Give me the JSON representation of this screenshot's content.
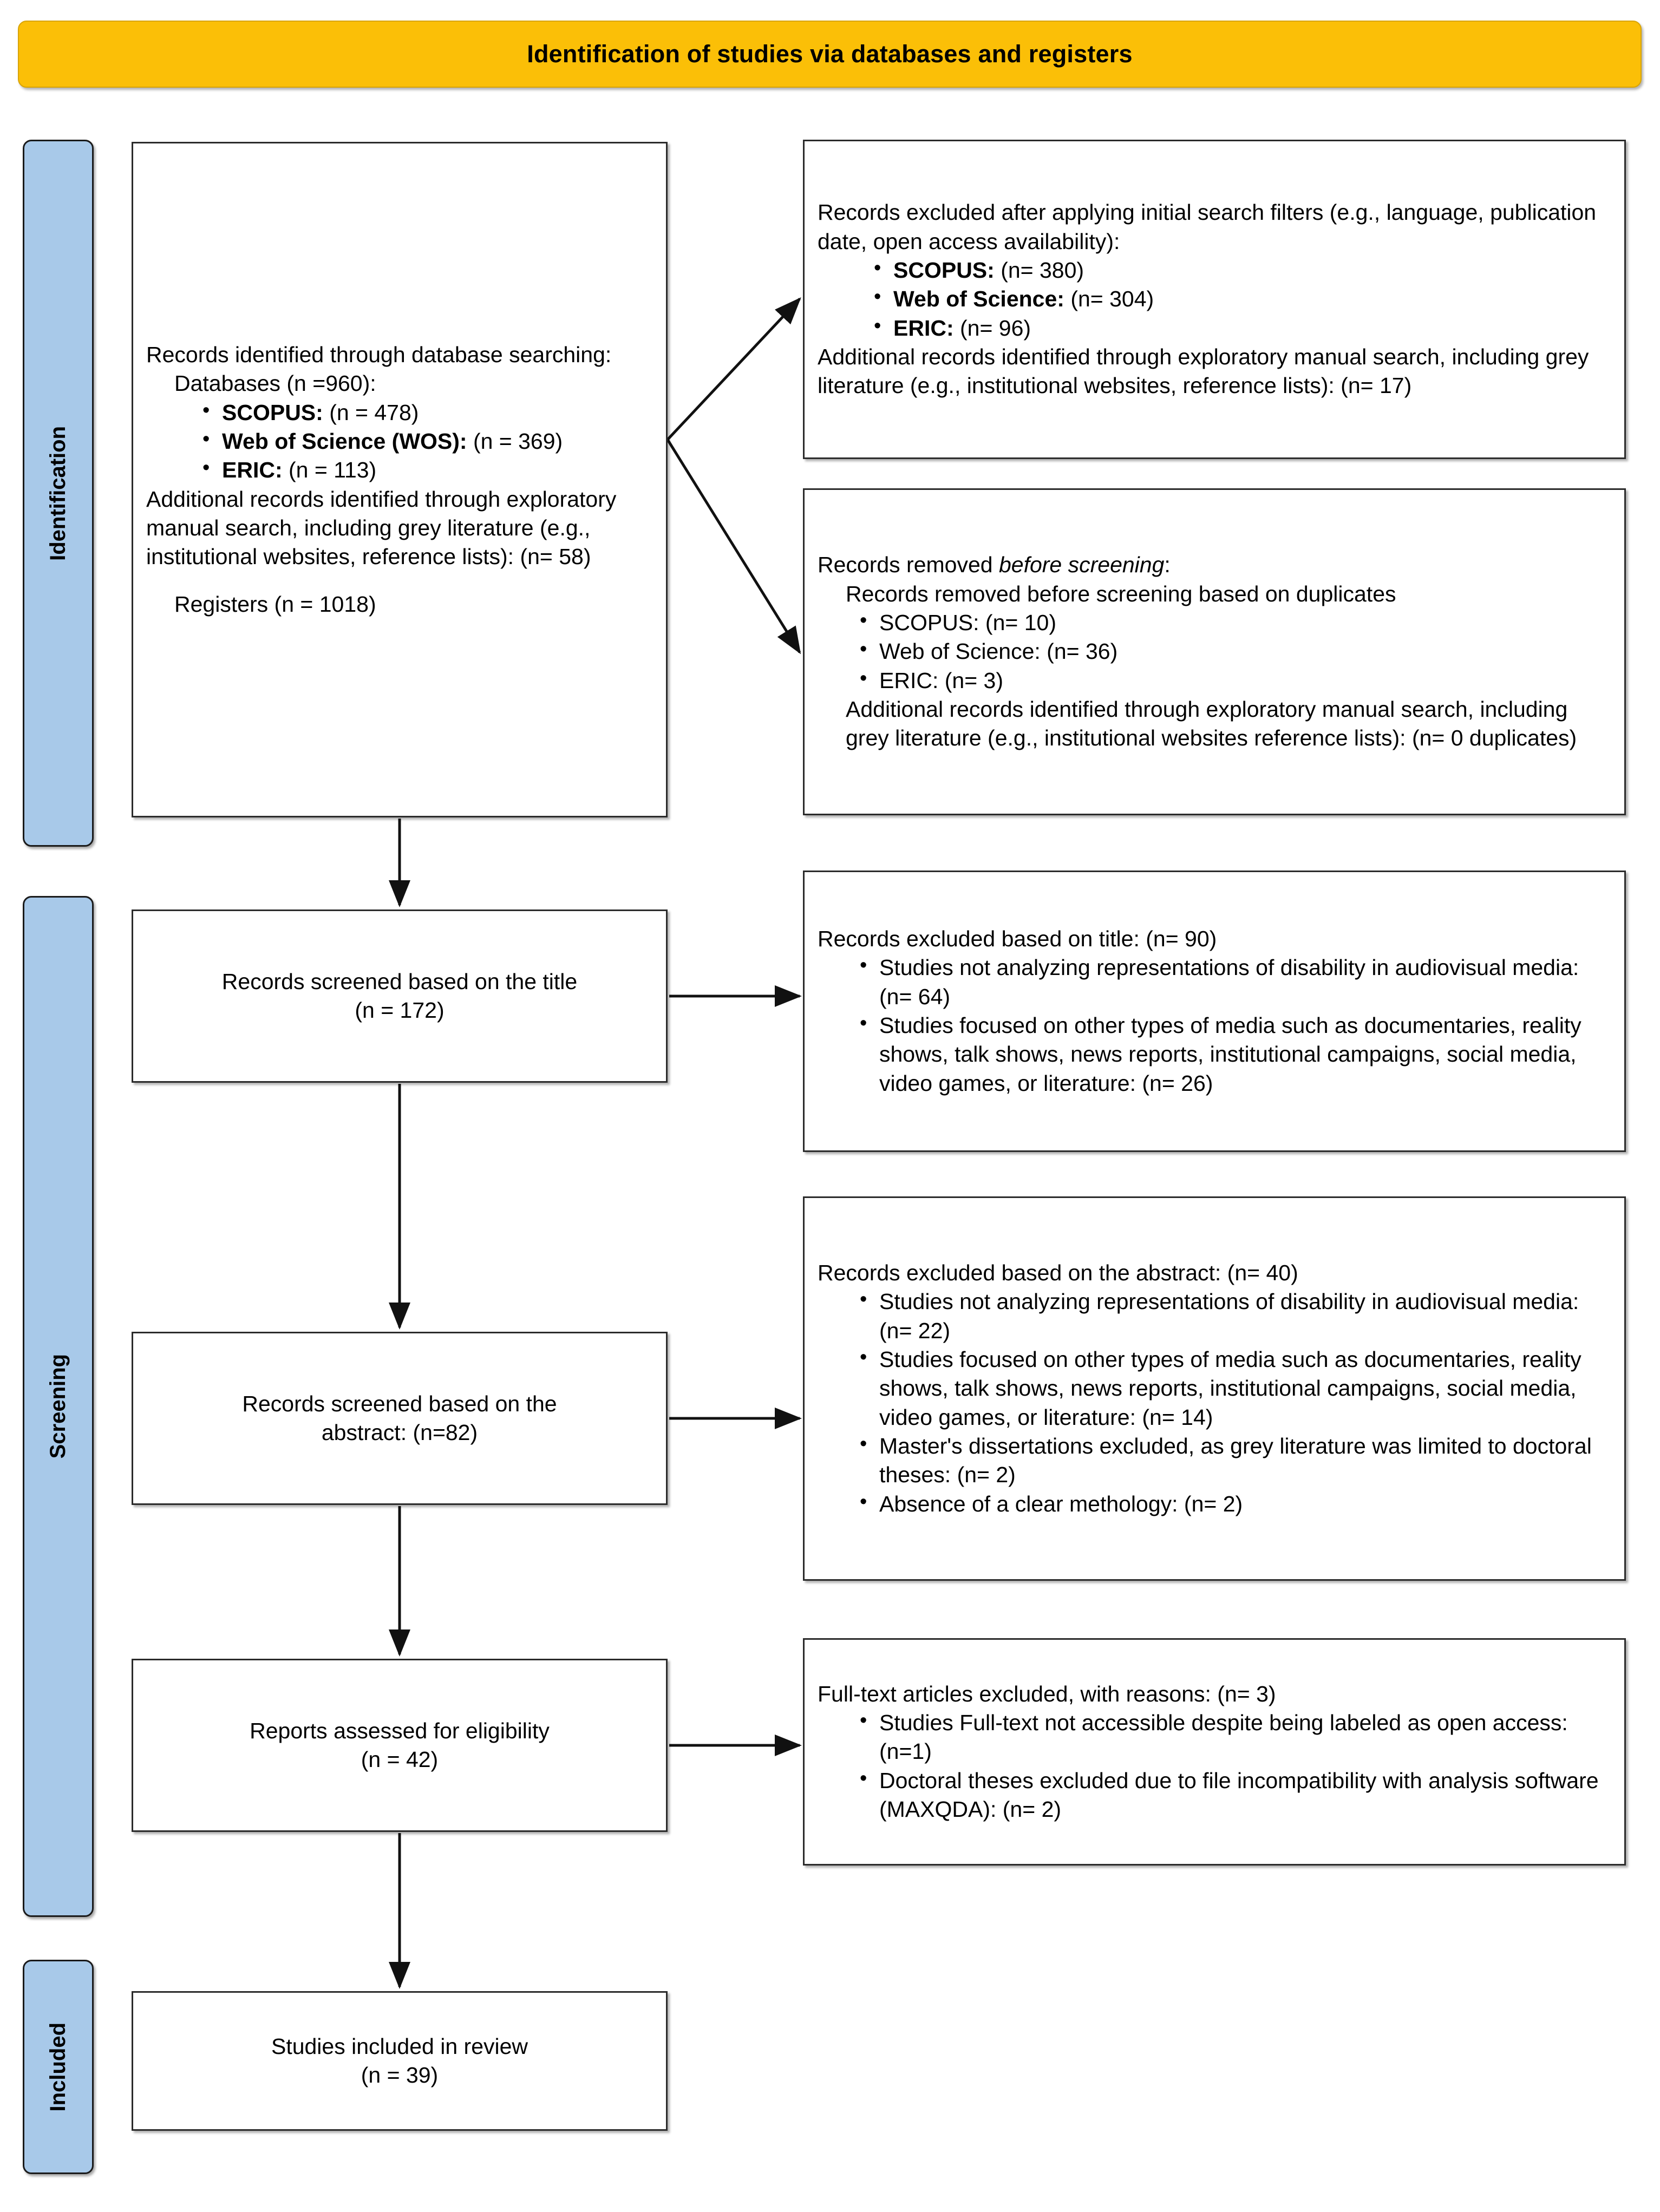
{
  "diagram": {
    "title": "Identification of studies via databases and registers",
    "colors": {
      "banner": "#FBBF07",
      "stage_bar": "#A8C9E9",
      "box_border": "#2B2B2B",
      "text": "#000000"
    },
    "stages": [
      {
        "id": "identification",
        "label": "Identification"
      },
      {
        "id": "screening",
        "label": "Screening"
      },
      {
        "id": "included",
        "label": "Included"
      }
    ],
    "boxes": {
      "identified": {
        "lead": "Records identified through database searching:",
        "sub": "Databases (n =960):",
        "bullets": [
          {
            "bold": "SCOPUS:",
            "rest": " (n = 478)"
          },
          {
            "bold": "Web of Science (WOS):",
            "rest": " (n = 369)"
          },
          {
            "bold": "ERIC:",
            "rest": " (n = 113)"
          }
        ],
        "note": "Additional records identified through exploratory manual search, including grey literature (e.g., institutional websites, reference lists): (n= 58)",
        "registers": "Registers (n = 1018)"
      },
      "excluded_filters": {
        "lead": "Records excluded after applying initial search filters (e.g., language, publication date, open access availability):",
        "bullets": [
          {
            "bold": "SCOPUS:",
            "rest": " (n= 380)"
          },
          {
            "bold": "Web of Science:",
            "rest": " (n= 304)"
          },
          {
            "bold": "ERIC:",
            "rest": " (n= 96)"
          }
        ],
        "note": "Additional records identified through exploratory manual search, including grey literature (e.g., institutional websites, reference lists): (n= 17)"
      },
      "removed_before_screening": {
        "lead_plain": "Records removed ",
        "lead_italic": "before screening",
        "lead_tail": ":",
        "sub": "Records removed before screening based on duplicates",
        "bullets": [
          "SCOPUS: (n= 10)",
          "Web of Science: (n= 36)",
          "ERIC: (n= 3)"
        ],
        "note": "Additional records identified through exploratory manual search, including grey literature (e.g., institutional websites reference lists): (n= 0 duplicates)"
      },
      "screened_title": {
        "line1": "Records screened based on the title",
        "line2": "(n = 172)"
      },
      "excluded_title": {
        "lead": "Records excluded based on title: (n= 90)",
        "bullets": [
          "Studies not analyzing representations of disability in audiovisual media: (n= 64)",
          "Studies focused on other types of media such as documentaries, reality shows, talk shows, news reports, institutional campaigns, social media, video games, or literature: (n= 26)"
        ]
      },
      "screened_abstract": {
        "line1": "Records screened based on the",
        "line2": "abstract: (n=82)"
      },
      "excluded_abstract": {
        "lead": "Records excluded based on the abstract: (n= 40)",
        "bullets": [
          "Studies not analyzing representations of disability in audiovisual media: (n= 22)",
          "Studies focused on other types of media such as documentaries, reality shows, talk shows, news reports, institutional campaigns, social media, video games, or literature: (n= 14)",
          "Master's dissertations excluded, as grey literature was limited to doctoral theses: (n= 2)",
          "Absence of a clear methology: (n= 2)"
        ]
      },
      "eligibility": {
        "line1": "Reports assessed for eligibility",
        "line2": "(n = 42)"
      },
      "excluded_fulltext": {
        "lead": "Full-text articles excluded, with reasons: (n= 3)",
        "bullets": [
          "Studies Full-text not accessible despite being labeled as open access: (n=1)",
          "Doctoral theses excluded due to file incompatibility with analysis software (MAXQDA): (n= 2)"
        ]
      },
      "included": {
        "line1": "Studies included in review",
        "line2": "(n = 39)"
      }
    }
  }
}
